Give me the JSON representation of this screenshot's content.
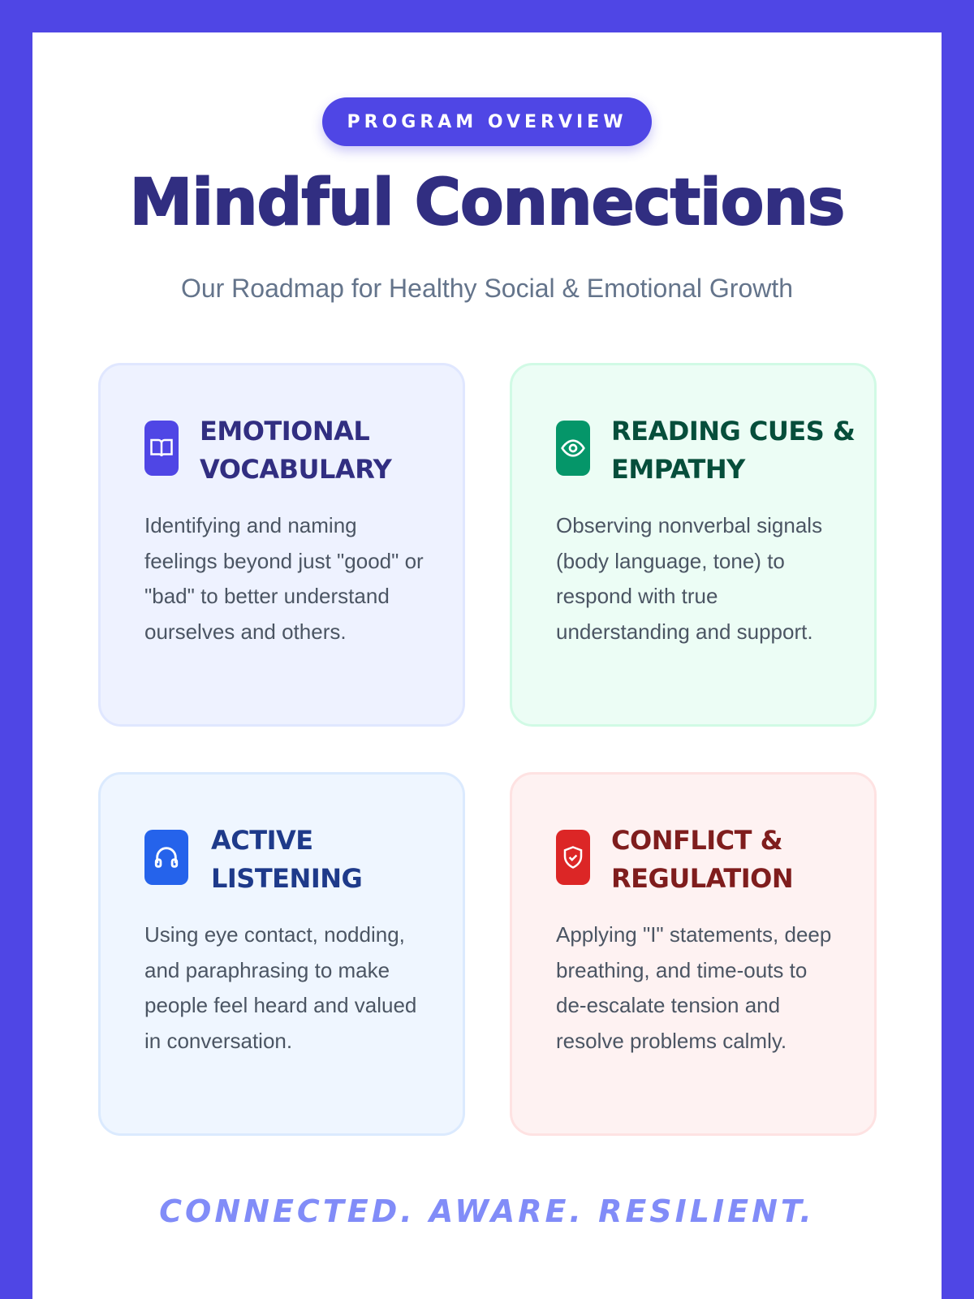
{
  "badge": "PROGRAM OVERVIEW",
  "title": "Mindful Connections",
  "subtitle": "Our Roadmap for Healthy Social & Emotional Growth",
  "cards": [
    {
      "icon": "book-icon",
      "heading": "EMOTIONAL VOCABULARY",
      "body": "Identifying and naming feelings beyond just \"good\" or \"bad\" to better understand ourselves and others.",
      "color": "#4f46e5",
      "heading_color": "#312e81"
    },
    {
      "icon": "eye-icon",
      "heading": "READING CUES & EMPATHY",
      "body": "Observing nonverbal signals (body language, tone) to respond with true understanding and support.",
      "color": "#059669",
      "heading_color": "#064e3b"
    },
    {
      "icon": "headphones-icon",
      "heading": "ACTIVE LISTENING",
      "body": "Using eye contact, nodding, and paraphrasing to make people feel heard and valued in conversation.",
      "color": "#2563eb",
      "heading_color": "#1e3a8a"
    },
    {
      "icon": "shield-check-icon",
      "heading": "CONFLICT & REGULATION",
      "body": "Applying \"I\" statements, deep breathing, and time-outs to de-escalate tension and resolve problems calmly.",
      "color": "#dc2626",
      "heading_color": "#7f1d1d"
    }
  ],
  "tagline": "CONNECTED. AWARE. RESILIENT."
}
